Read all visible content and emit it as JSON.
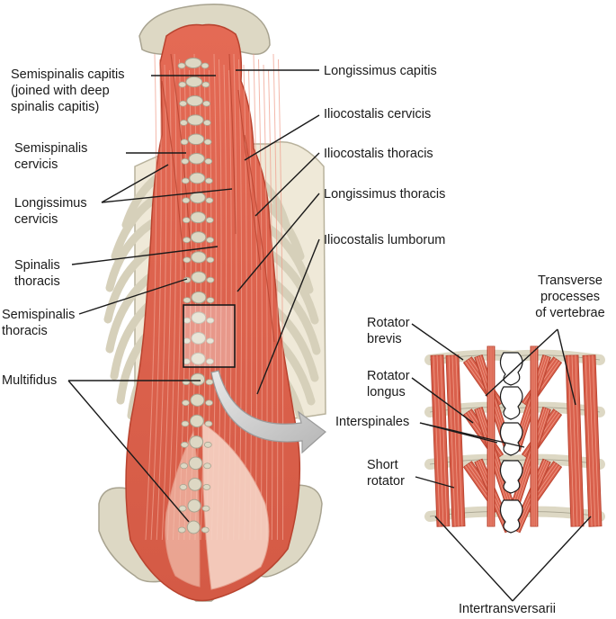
{
  "labels": {
    "semispinalis_capitis": "Semispinalis capitis\n(joined with deep\nspinalis capitis)",
    "semispinalis_cervicis": "Semispinalis\ncervicis",
    "longissimus_cervicis": "Longissimus\ncervicis",
    "spinalis_thoracis": "Spinalis\nthoracis",
    "semispinalis_thoracis": "Semispinalis\nthoracis",
    "multifidus": "Multifidus",
    "longissimus_capitis": "Longissimus capitis",
    "iliocostalis_cervicis": "Iliocostalis cervicis",
    "iliocostalis_thoracis": "Iliocostalis thoracis",
    "longissimus_thoracis": "Longissimus thoracis",
    "iliocostalis_lumborum": "Iliocostalis lumborum",
    "transverse_processes": "Transverse\nprocesses\nof vertebrae",
    "rotator_brevis": "Rotator\nbrevis",
    "rotator_longus": "Rotator\nlongus",
    "interspinales": "Interspinales",
    "short_rotator": "Short\nrotator",
    "intertransversarii": "Intertransversarii"
  },
  "colors": {
    "muscle": "#d9604c",
    "muscle_dark": "#b8432f",
    "muscle_light": "#ef9a86",
    "bone": "#ddd8c4",
    "bone_edge": "#a8a390",
    "line": "#1a1a1a",
    "arrow": "#c9c9c9"
  }
}
